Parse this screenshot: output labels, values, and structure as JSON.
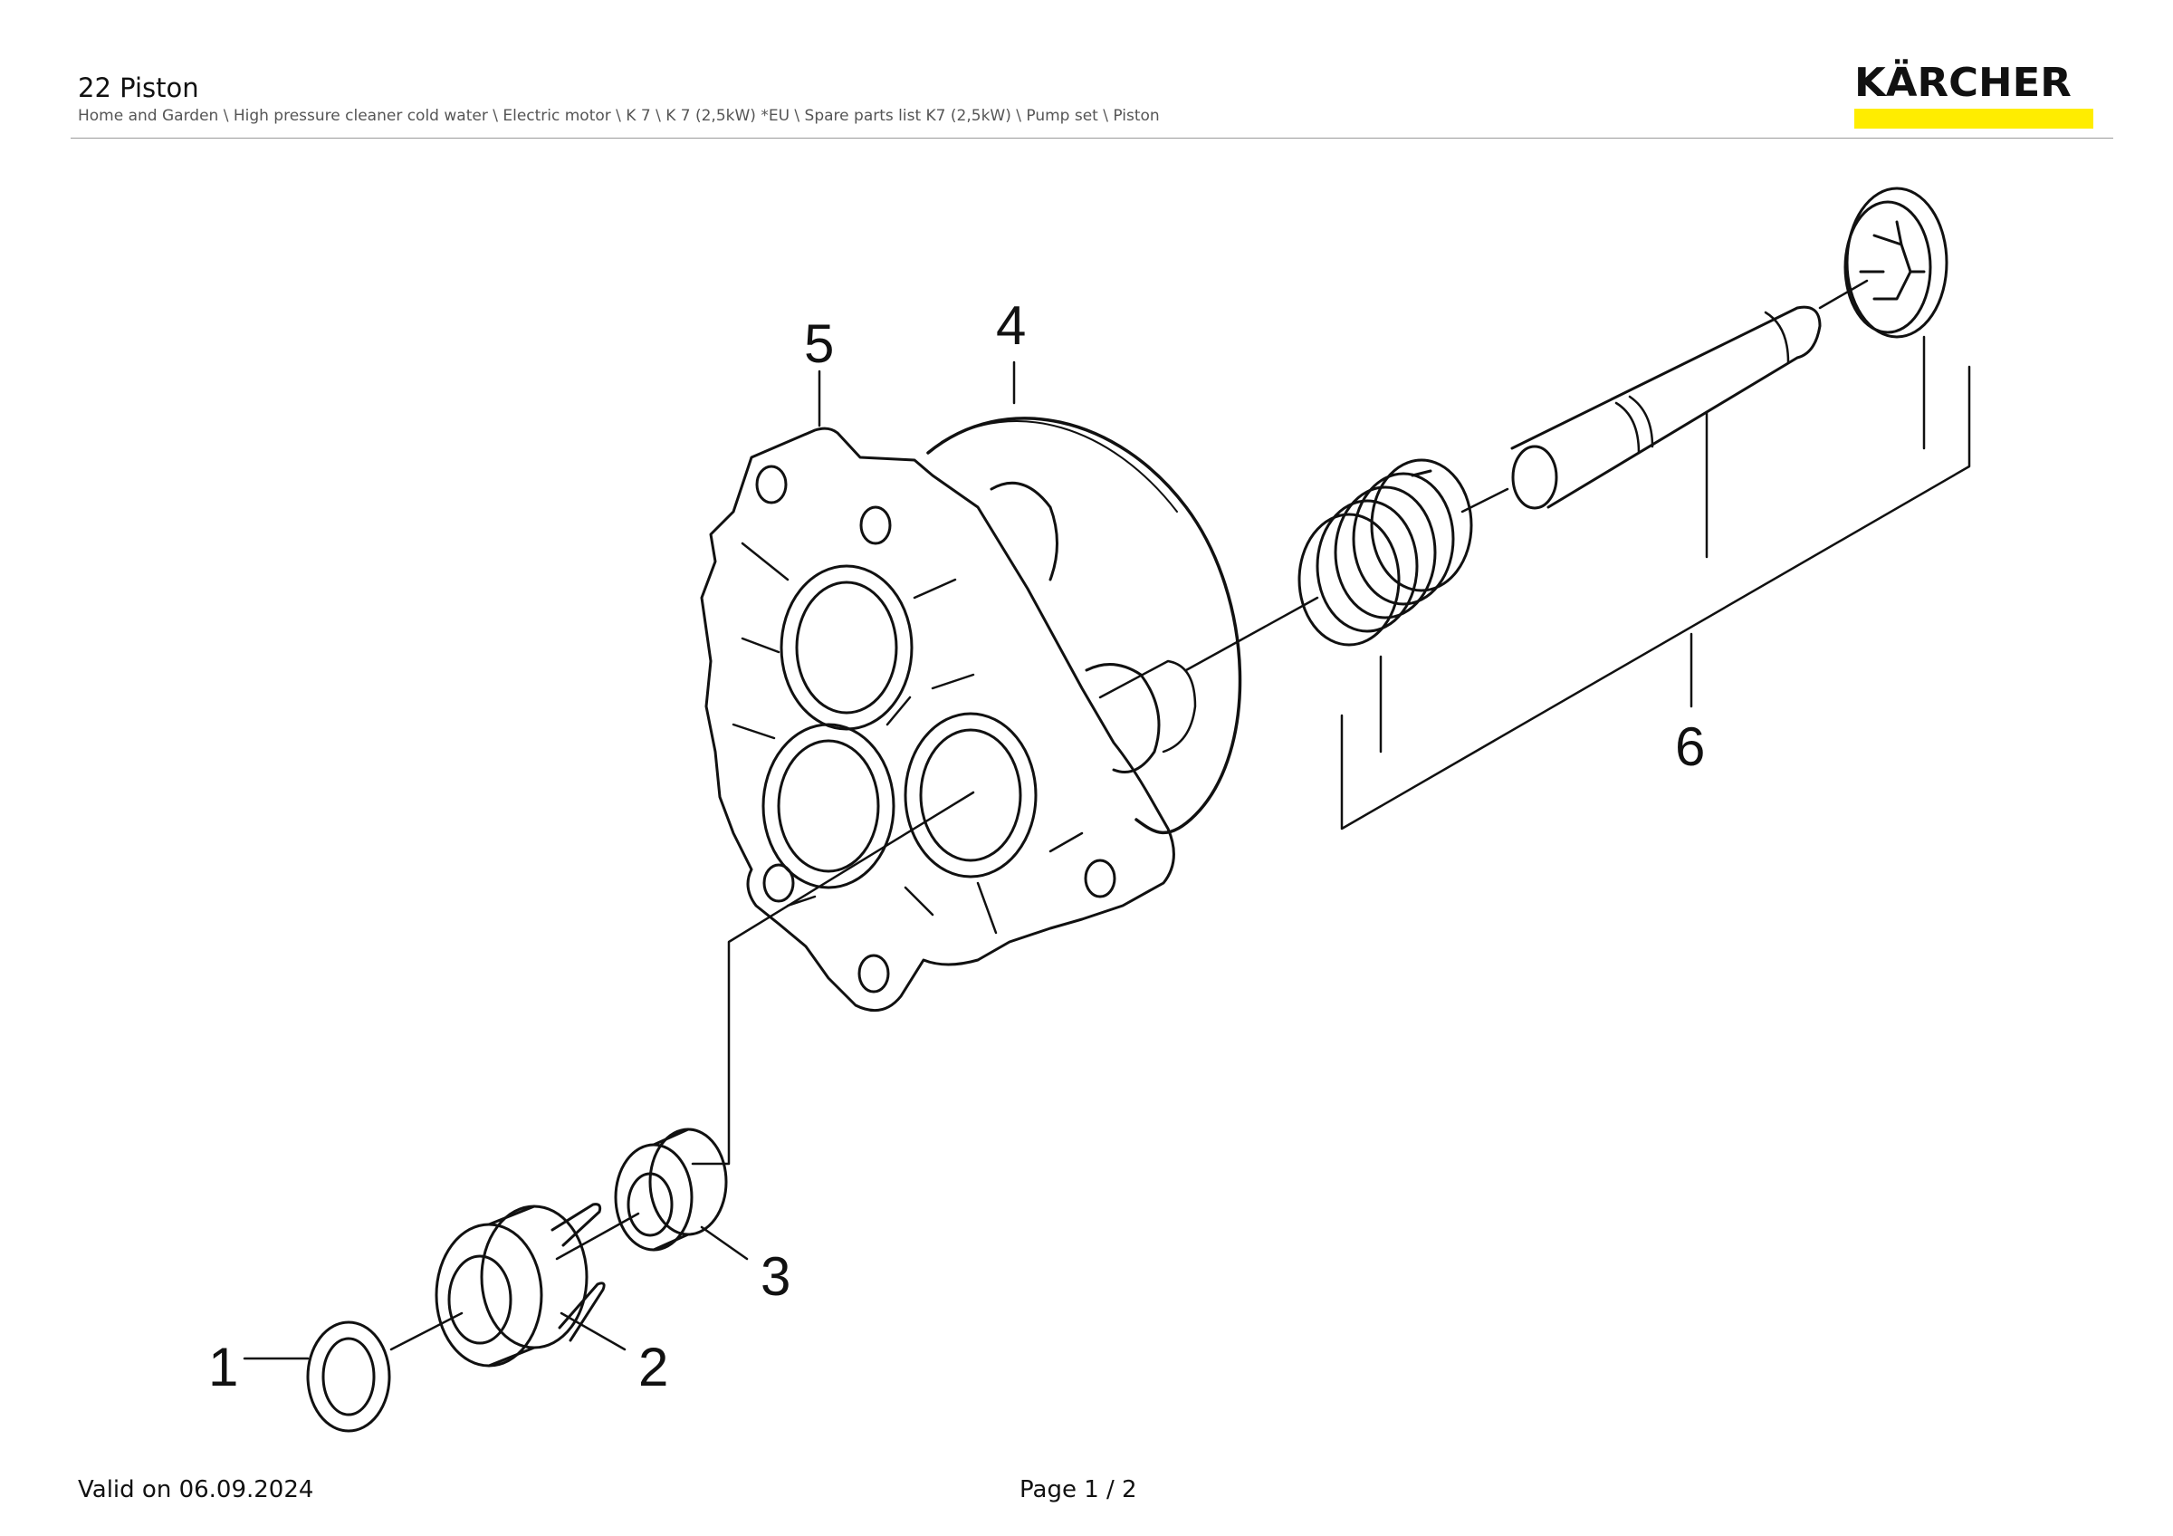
{
  "header": {
    "title": "22 Piston",
    "breadcrumb": "Home and Garden \\ High pressure cleaner cold water \\ Electric motor \\ K 7 \\ K 7 (2,5kW) *EU \\ Spare parts list K7 (2,5kW) \\ Pump set \\ Piston",
    "logo_text": "KÄRCHER",
    "brand_color": "#ffed00"
  },
  "diagram": {
    "callouts": [
      "1",
      "2",
      "3",
      "4",
      "5",
      "6"
    ]
  },
  "footer": {
    "valid_on": "Valid on 06.09.2024",
    "page": "Page 1 / 2"
  }
}
